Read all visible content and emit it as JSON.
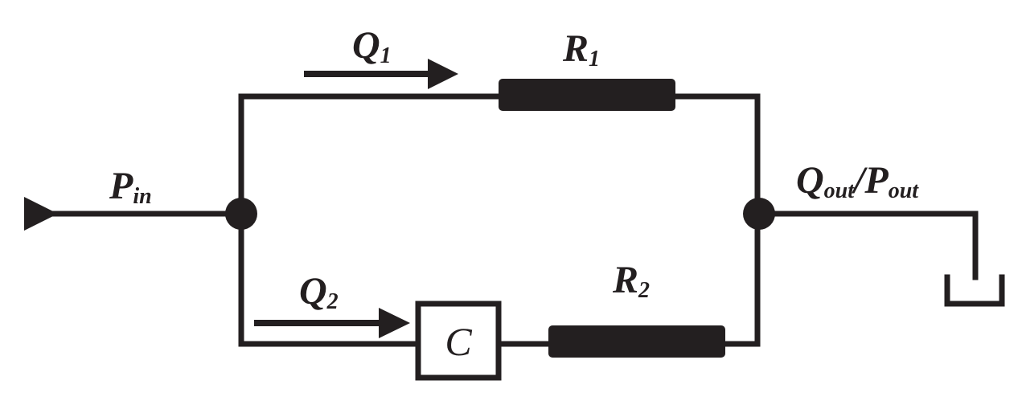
{
  "diagram": {
    "input": {
      "main": "P",
      "sub": "in"
    },
    "output": {
      "q": "Q",
      "q_sub": "out",
      "sep": "/",
      "p": "P",
      "p_sub": "out"
    },
    "flow1": {
      "main": "Q",
      "sub": "1"
    },
    "flow2": {
      "main": "Q",
      "sub": "2"
    },
    "resistor1": {
      "main": "R",
      "sub": "1"
    },
    "resistor2": {
      "main": "R",
      "sub": "2"
    },
    "capacitor": {
      "label": "C"
    },
    "colors": {
      "stroke": "#231f20",
      "background": "#ffffff"
    }
  }
}
